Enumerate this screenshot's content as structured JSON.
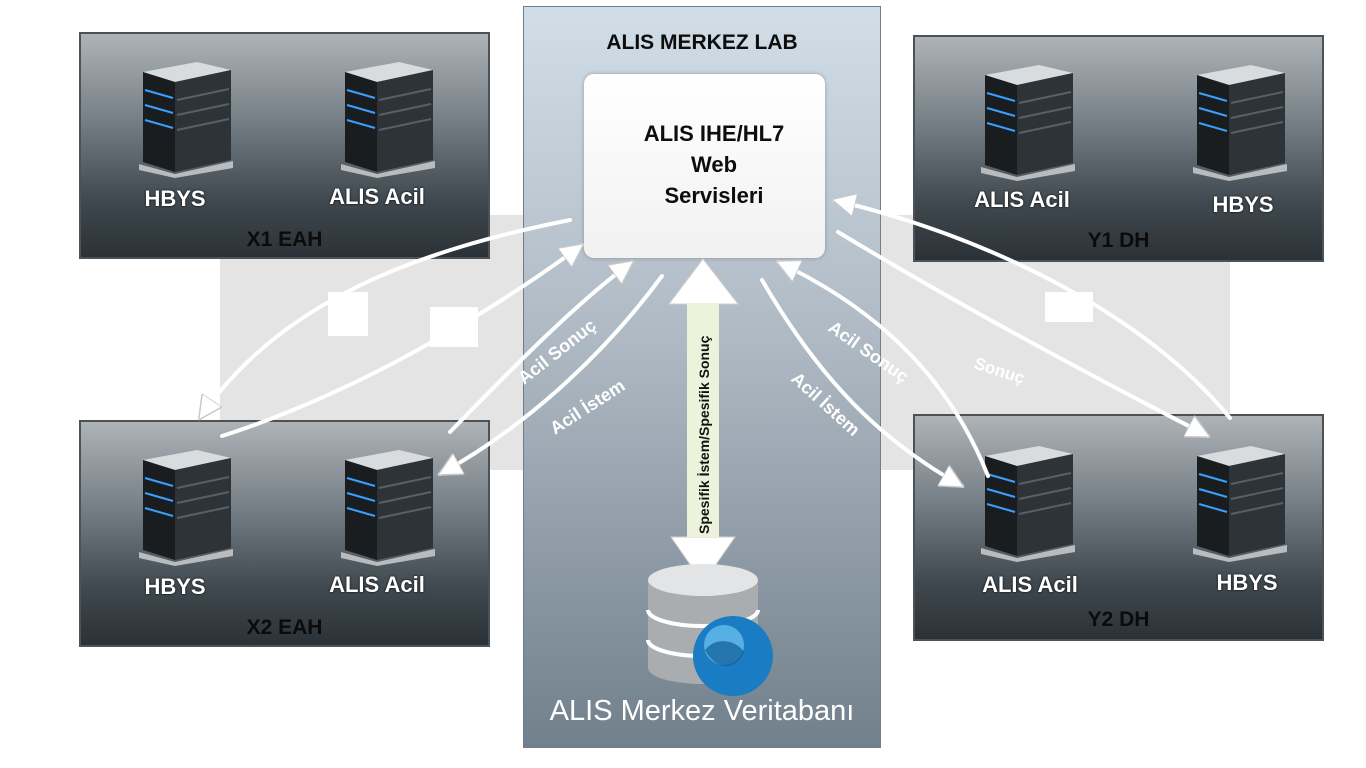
{
  "central": {
    "title": "ALIS MERKEZ LAB",
    "webservice": {
      "line1": "ALIS IHE/HL7",
      "line2": "Web",
      "line3": "Servisleri"
    },
    "database": {
      "label": "ALIS Merkez Veritabanı"
    },
    "double_arrow_label": "Spesifik İstem/Spesifik Sonuç"
  },
  "sites": {
    "x1": {
      "title": "X1 EAH",
      "left_label": "HBYS",
      "right_label": "ALIS Acil"
    },
    "x2": {
      "title": "X2 EAH",
      "left_label": "HBYS",
      "right_label": "ALIS Acil"
    },
    "y1": {
      "title": "Y1 DH",
      "left_label": "ALIS Acil",
      "right_label": "HBYS"
    },
    "y2": {
      "title": "Y2 DH",
      "left_label": "ALIS Acil",
      "right_label": "HBYS"
    }
  },
  "arrow_labels": {
    "left_result": "Acil Sonuç",
    "left_request": "Acil İstem",
    "right_result": "Acil Sonuç",
    "right_request": "Acil İstem",
    "right_result_partial": "Sonuç"
  },
  "colors": {
    "panel_dark": "#2b3237",
    "arrow": "#ffffff",
    "led": "#3aa0ff"
  }
}
